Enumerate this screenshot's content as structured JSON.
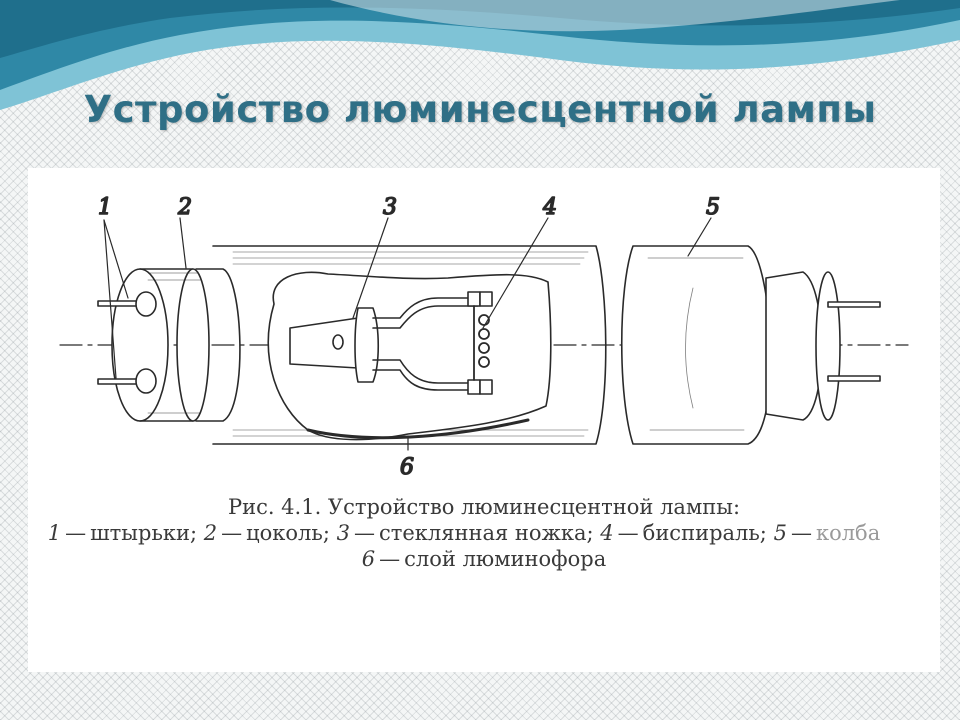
{
  "slide": {
    "title": "Устройство люминесцентной лампы",
    "colors": {
      "title": "#2f6f86",
      "wave_dark": "#1f6f8c",
      "wave_light": "#7fc3d6"
    }
  },
  "figure": {
    "labels": [
      "1",
      "2",
      "3",
      "4",
      "5",
      "6"
    ],
    "caption": {
      "heading": "Рис. 4.1. Устройство люминесцентной лампы:",
      "items": [
        {
          "num": "1",
          "text": "штырьки;"
        },
        {
          "num": "2",
          "text": "цоколь;"
        },
        {
          "num": "3",
          "text": "стеклянная ножка;"
        },
        {
          "num": "4",
          "text": "биспираль;"
        },
        {
          "num": "5",
          "text": "колба"
        },
        {
          "num": "6",
          "text": "слой люминофора"
        }
      ]
    }
  }
}
